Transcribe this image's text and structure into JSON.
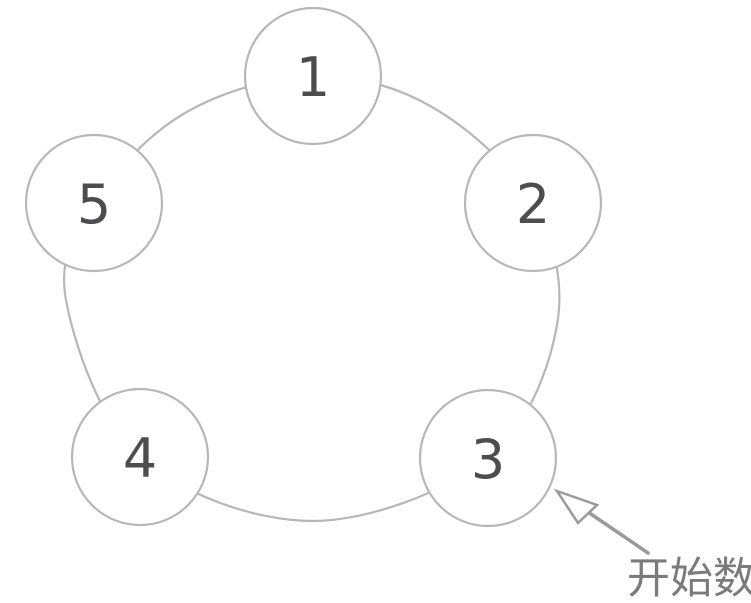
{
  "diagram": {
    "description": "Ring of five numbered circles with an arrow marking the starting node",
    "nodes": [
      {
        "id": "node-1",
        "label": "1"
      },
      {
        "id": "node-2",
        "label": "2"
      },
      {
        "id": "node-3",
        "label": "3"
      },
      {
        "id": "node-4",
        "label": "4"
      },
      {
        "id": "node-5",
        "label": "5"
      }
    ],
    "annotation": {
      "label": "开始数",
      "points_to": "node-3"
    },
    "colors": {
      "background": "#ffffff",
      "stroke": "#b7b7b7",
      "node_fill": "#ffffff",
      "number_text": "#4d4d50",
      "arrow": "#9a9a9a",
      "annotation_text": "#7b7b7b"
    }
  }
}
